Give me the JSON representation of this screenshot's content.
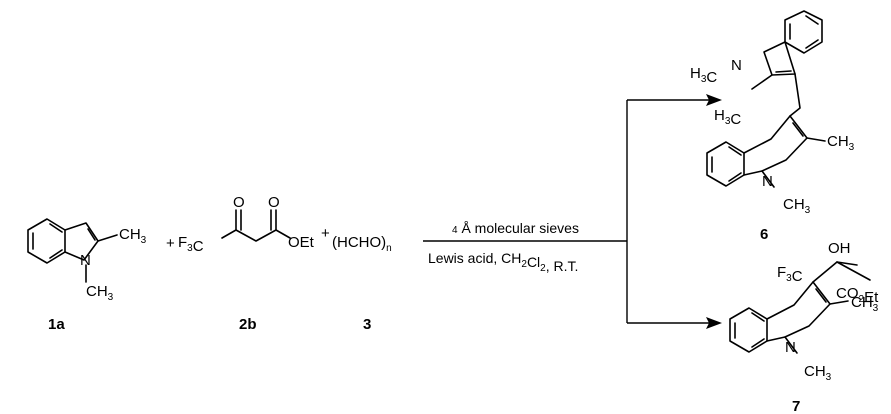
{
  "reactants": {
    "r1": {
      "label": "1a",
      "substituent": "CH3",
      "n_methyl": "CH3"
    },
    "r2": {
      "label": "2b",
      "cf3": "F3C",
      "ester": "OEt",
      "o1": "O",
      "o2": "O"
    },
    "r3": {
      "label": "3",
      "formula": "(HCHO)n"
    },
    "plus": "+"
  },
  "conditions": {
    "above": "4 Å molecular sieves",
    "below": "Lewis acid, CH2Cl2, R.T."
  },
  "products": {
    "p6": {
      "label": "6",
      "groups": [
        "H3C",
        "H3C",
        "CH3",
        "CH3"
      ]
    },
    "p7": {
      "label": "7",
      "groups": [
        "OH",
        "F3C",
        "CO2Et",
        "CH3",
        "CH3"
      ]
    }
  }
}
